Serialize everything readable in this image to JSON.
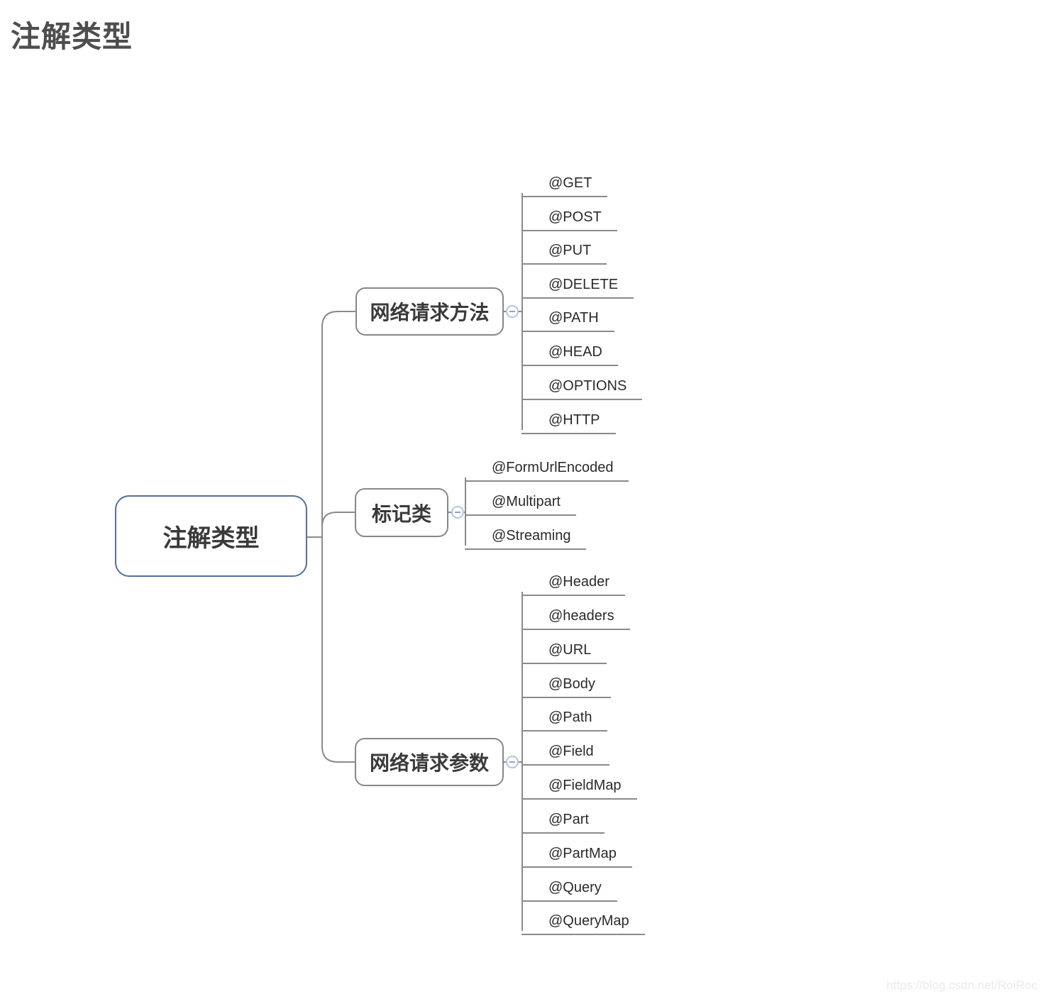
{
  "page": {
    "title": "注解类型",
    "watermark": "https://blog.csdn.net/RoiRoc"
  },
  "colors": {
    "root_border": "#52719f",
    "branch_border": "#878787",
    "connector_line": "#8a8a8a",
    "node_text": "#3a3a3a",
    "leaf_text": "#2a2a2a",
    "collapse_circle": "#b5c2e6",
    "collapse_dash": "#8ea0cf",
    "title_text": "#4e4e4e",
    "watermark_text": "#eaeaea"
  },
  "mindmap": {
    "root": {
      "label": "注解类型"
    },
    "branches": [
      {
        "label": "网络请求方法",
        "collapse_icon": "minus-circle-icon",
        "leaves": [
          "@GET",
          "@POST",
          "@PUT",
          "@DELETE",
          "@PATH",
          "@HEAD",
          "@OPTIONS",
          "@HTTP"
        ]
      },
      {
        "label": "标记类",
        "collapse_icon": "minus-circle-icon",
        "leaves": [
          "@FormUrlEncoded",
          "@Multipart",
          "@Streaming"
        ]
      },
      {
        "label": "网络请求参数",
        "collapse_icon": "minus-circle-icon",
        "leaves": [
          "@Header",
          "@headers",
          "@URL",
          "@Body",
          "@Path",
          "@Field",
          "@FieldMap",
          "@Part",
          "@PartMap",
          "@Query",
          "@QueryMap"
        ]
      }
    ]
  }
}
